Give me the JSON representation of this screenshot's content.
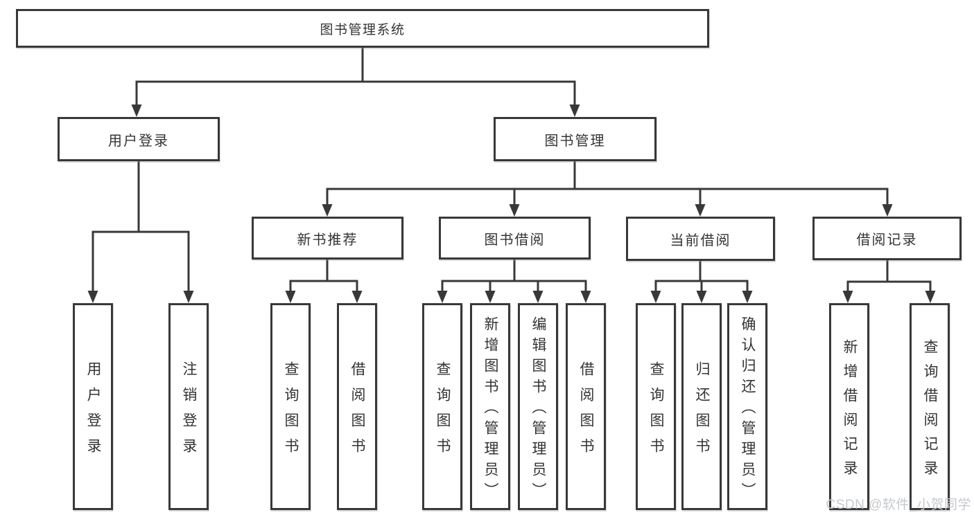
{
  "diagram": {
    "title": "图书管理系统",
    "nodes": {
      "root": "图书管理系统",
      "user_login": "用户登录",
      "book_mgmt": "图书管理",
      "new_books": "新书推荐",
      "book_borrow": "图书借阅",
      "current_borrow": "当前借阅",
      "borrow_records": "借阅记录",
      "leaf_user_login": "用户登录",
      "leaf_logout": "注销登录",
      "leaf_query_book_a": "查询图书",
      "leaf_borrow_book_a": "借阅图书",
      "leaf_query_book_b": "查询图书",
      "leaf_add_book": "新增图书（管理员）",
      "leaf_edit_book": "编辑图书（管理员）",
      "leaf_borrow_book_b": "借阅图书",
      "leaf_query_book_c": "查询图书",
      "leaf_return_book": "归还图书",
      "leaf_confirm_return": "确认归还（管理员）",
      "leaf_add_record": "新增借阅记录",
      "leaf_query_record": "查询借阅记录"
    },
    "structure": {
      "label": "图书管理系统",
      "children": [
        {
          "label": "用户登录",
          "children": [
            {
              "label": "用户登录"
            },
            {
              "label": "注销登录"
            }
          ]
        },
        {
          "label": "图书管理",
          "children": [
            {
              "label": "新书推荐",
              "children": [
                {
                  "label": "查询图书"
                },
                {
                  "label": "借阅图书"
                }
              ]
            },
            {
              "label": "图书借阅",
              "children": [
                {
                  "label": "查询图书"
                },
                {
                  "label": "新增图书（管理员）"
                },
                {
                  "label": "编辑图书（管理员）"
                },
                {
                  "label": "借阅图书"
                }
              ]
            },
            {
              "label": "当前借阅",
              "children": [
                {
                  "label": "查询图书"
                },
                {
                  "label": "归还图书"
                },
                {
                  "label": "确认归还（管理员）"
                }
              ]
            },
            {
              "label": "借阅记录",
              "children": [
                {
                  "label": "新增借阅记录"
                },
                {
                  "label": "查询借阅记录"
                }
              ]
            }
          ]
        }
      ]
    }
  },
  "watermark": {
    "text": "CSDN @软件_小贺同学"
  },
  "colors": {
    "line": "#383838",
    "border": "#383838",
    "text": "#333333",
    "watermark": "#c5c8cd",
    "background": "#ffffff"
  }
}
